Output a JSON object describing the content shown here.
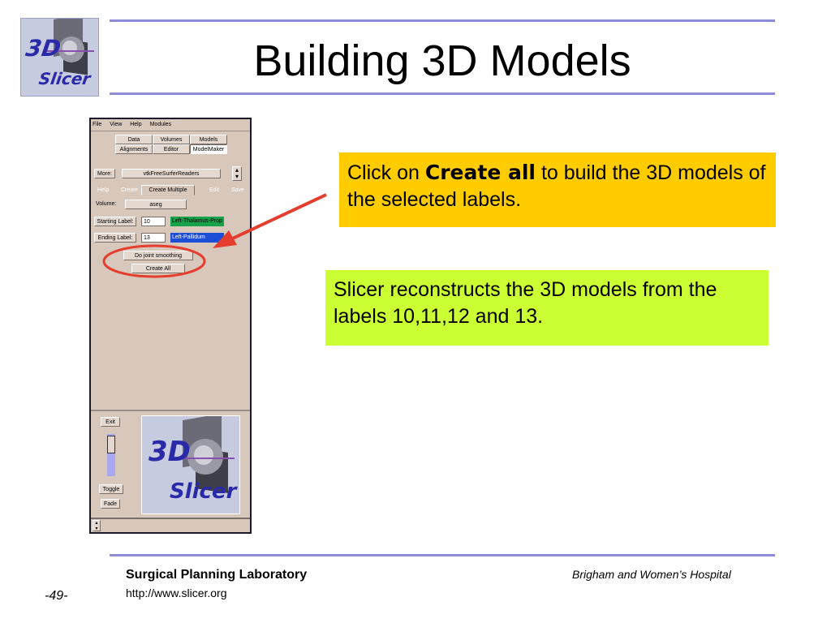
{
  "slide": {
    "title": "Building 3D Models",
    "page_number": "-49-"
  },
  "logo": {
    "line1": "3D",
    "line2": "Slicer"
  },
  "slicer_window": {
    "menu": [
      "File",
      "View",
      "Help",
      "Modules"
    ],
    "module_buttons": [
      "Data",
      "Volumes",
      "Models",
      "Alignments",
      "Editor",
      "ModelMaker"
    ],
    "more_label": "More:",
    "more_value": "vtkFreeSurferReaders",
    "tabs": [
      "Help",
      "Create",
      "Create Multiple",
      "Edit",
      "Save"
    ],
    "volume_label": "Volume:",
    "volume_value": "aseg",
    "starting_label": "Starting Label:",
    "starting_value": "10",
    "starting_name": "Left-Thalamus-Prop",
    "ending_label": "Ending Label:",
    "ending_value": "13",
    "ending_name": "Left-Pallidum",
    "joint_smoothing": "Do joint smoothing",
    "create_all": "Create All",
    "exit": "Exit",
    "toggle": "Toggle",
    "fade": "Fade",
    "colors": {
      "start_name_bg": "#16a34a",
      "end_name_bg": "#1d4ed8",
      "annotation": "#e53e2e"
    }
  },
  "callout1": {
    "pre": "Click on",
    "keyword": "Create all",
    "post": "to build the 3D models of the selected labels.",
    "bg": "#ffcc00"
  },
  "callout2": {
    "text": "Slicer reconstructs the 3D models from the labels 10,11,12 and 13.",
    "bg": "#ccff33"
  },
  "footer": {
    "lab": "Surgical Planning Laboratory",
    "url": "http://www.slicer.org",
    "hospital": "Brigham and Women’s Hospital"
  }
}
